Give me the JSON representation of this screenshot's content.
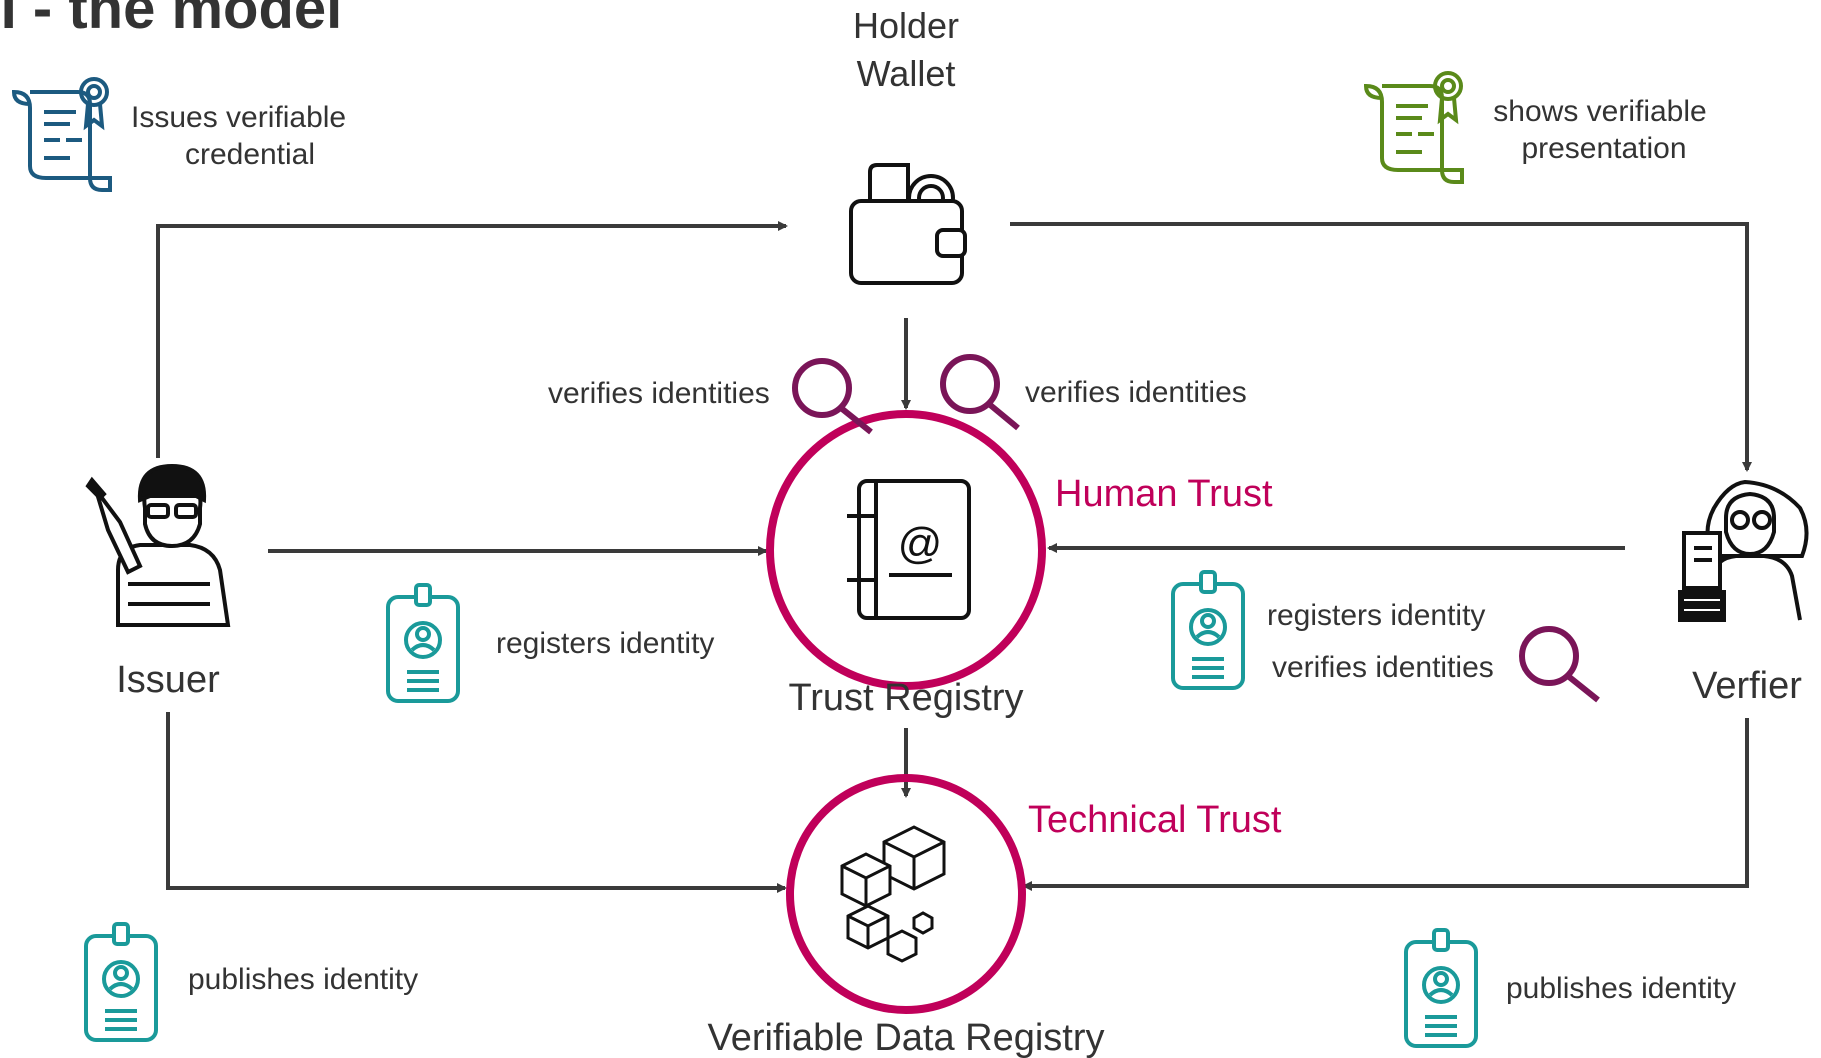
{
  "heading": "SI - the model",
  "actors": {
    "holder": {
      "line1": "Holder",
      "line2": "Wallet"
    },
    "issuer": "Issuer",
    "verifier": "Verfier",
    "trust_registry": "Trust Registry",
    "vdr": "Verifiable Data Registry"
  },
  "trust_labels": {
    "human": "Human Trust",
    "technical": "Technical Trust"
  },
  "annotations": {
    "issues_vc": {
      "line1": "Issues verifiable",
      "line2": "credential"
    },
    "shows_vp": {
      "line1": "shows verifiable",
      "line2": "presentation"
    },
    "verifies_left": "verifies identities",
    "verifies_right": "verifies identities",
    "registers_left": "registers identity",
    "registers_right": "registers identity",
    "verifies_verifier": "verifies identities",
    "publishes_left": "publishes identity",
    "publishes_right": "publishes identity"
  },
  "colors": {
    "accent": "#c0005a",
    "magnifier": "#7a1558",
    "badge": "#1a9a9a",
    "certificate_blue": "#1c5a80",
    "certificate_green": "#5a8a1a",
    "arrow": "#3a3a3a",
    "text": "#333333"
  },
  "icons": [
    "certificate-icon",
    "wallet-icon",
    "magnifier-icon",
    "address-book-icon",
    "blockchain-cubes-icon",
    "id-badge-icon",
    "issuer-person-icon",
    "verifier-person-icon"
  ]
}
